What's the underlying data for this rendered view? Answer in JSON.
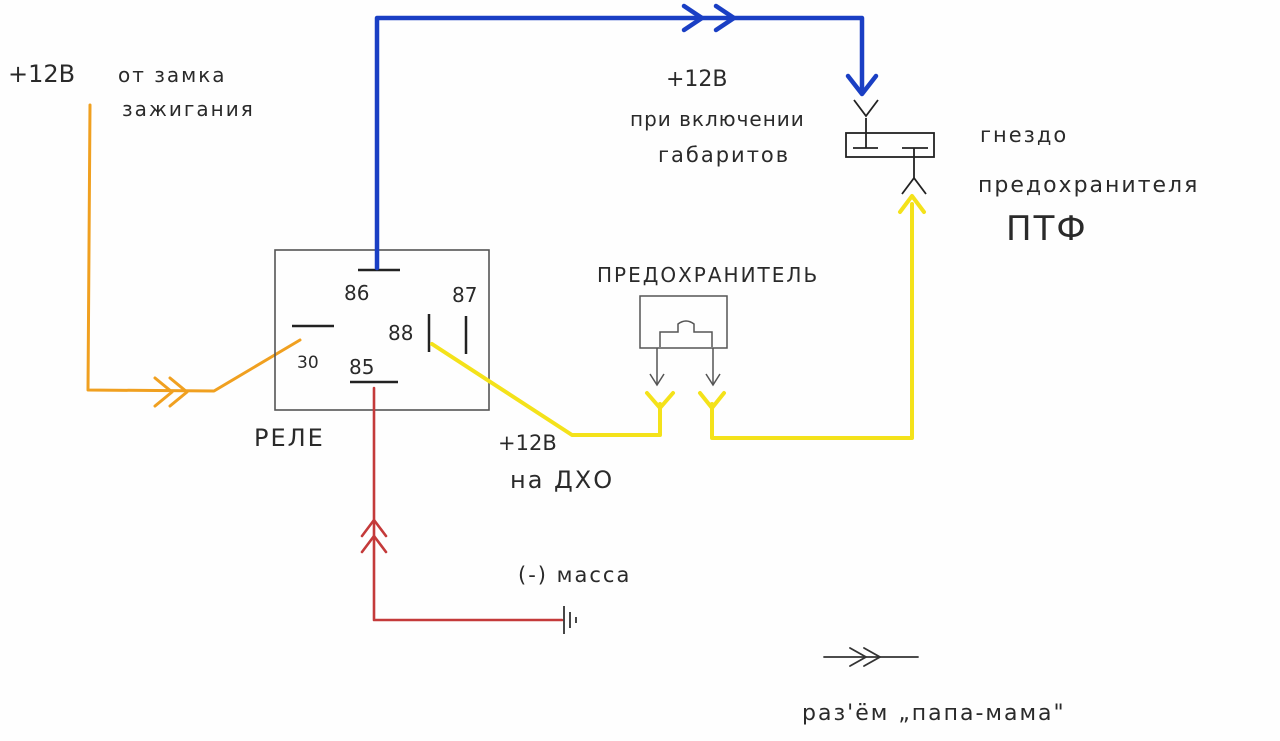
{
  "labels": {
    "ign_plus": "+12В",
    "ign_from": "от замка",
    "ign_switch": "зажигания",
    "relay": "РЕЛЕ",
    "pin86": "86",
    "pin87": "87",
    "pin88": "88",
    "pin30": "30",
    "pin85": "85",
    "lights_plus": "+12В",
    "lights_when": "при включении",
    "lights_markers": "габаритов",
    "socket1": "гнездо",
    "socket2": "предохранителя",
    "socket3": "ПТФ",
    "fuse": "ПРЕДОХРАНИТЕЛЬ",
    "drl_plus": "+12В",
    "drl_to": "на ДХО",
    "ground": "(-) масса",
    "legend": "раз'ём „папа-мама\""
  },
  "colors": {
    "orange": "#f0a020",
    "blue": "#1a3fc4",
    "yellow": "#f4e21a",
    "red": "#c43a3a",
    "ink": "#2a2a2a"
  }
}
